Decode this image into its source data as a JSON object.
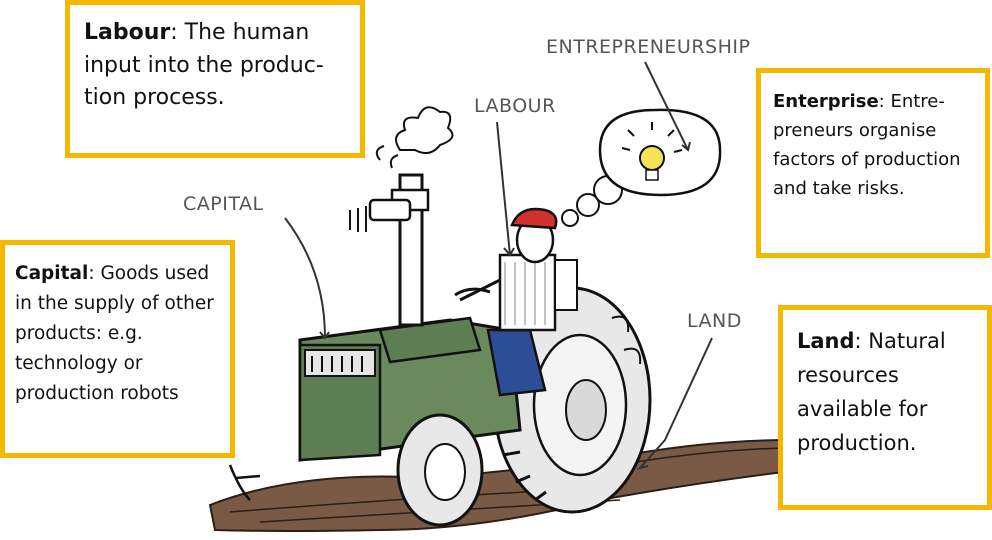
{
  "labels": {
    "entrepreneurship": "ENTREPRENEURSHIP",
    "labour": "LABOUR",
    "capital": "CAPITAL",
    "land": "LAND"
  },
  "boxes": {
    "labour": {
      "term": "Labour",
      "text": ": The human input into the produc­tion process."
    },
    "enterprise": {
      "term": "Enterprise",
      "text": ": Entre­preneurs organise factors of produc­tion and take risks."
    },
    "capital": {
      "term": "Capital",
      "text": ": Goods used in the supply of other products: e.g. technology or production robots"
    },
    "land": {
      "term": "Land",
      "text": ": Natural resources available for production."
    }
  },
  "colors": {
    "box_border": "#f5b800",
    "tractor_body": "#6a8a5e",
    "tire": "#e8e8e8",
    "soil": "#7a5a44",
    "cap": "#d2322d",
    "overalls": "#2d4d96",
    "bulb": "#f6e35a"
  }
}
